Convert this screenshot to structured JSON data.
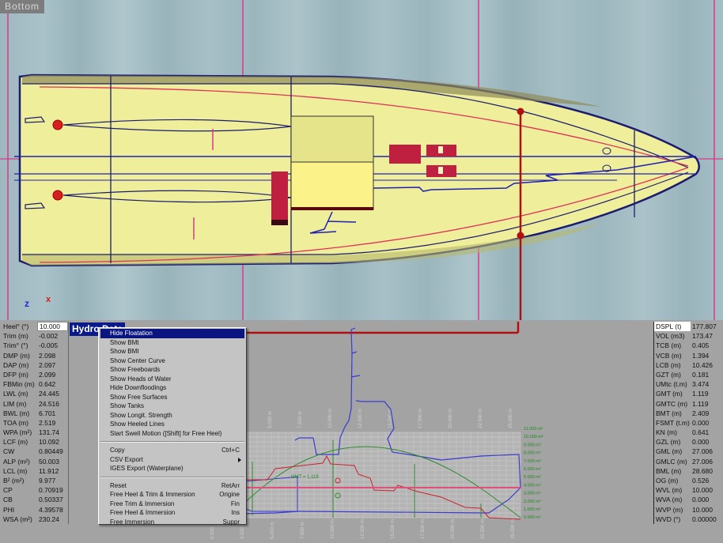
{
  "viewport": {
    "label": "Bottom",
    "axes": {
      "x": "x",
      "z": "z"
    }
  },
  "hydro_panel": {
    "title": "Hydro Data"
  },
  "left_table": [
    {
      "label": "Heel° (°)",
      "value": "10.000",
      "editable": true
    },
    {
      "label": "Trim (m)",
      "value": "-0.002"
    },
    {
      "label": "Trim° (°)",
      "value": "-0.005"
    },
    {
      "label": "DMP (m)",
      "value": "2.098"
    },
    {
      "label": "DAP (m)",
      "value": "2.097"
    },
    {
      "label": "DFP (m)",
      "value": "2.099"
    },
    {
      "label": "FBMin (m)",
      "value": "0.642"
    },
    {
      "label": "LWL (m)",
      "value": "24.445"
    },
    {
      "label": "LIM (m)",
      "value": "24.516"
    },
    {
      "label": "BWL (m)",
      "value": "6.701"
    },
    {
      "label": "TOA (m)",
      "value": "2.519"
    },
    {
      "label": "WPA (m²)",
      "value": "131.74"
    },
    {
      "label": "LCF (m)",
      "value": "10.092"
    },
    {
      "label": "CW",
      "value": "0.80449"
    },
    {
      "label": "ALP (m²)",
      "value": "50.003"
    },
    {
      "label": "LCL (m)",
      "value": "11.912"
    },
    {
      "label": "B² (m²)",
      "value": "9.977"
    },
    {
      "label": "CP",
      "value": "0.70919"
    },
    {
      "label": "CB",
      "value": "0.50337"
    },
    {
      "label": "PHI",
      "value": "4.39578"
    },
    {
      "label": "WSA (m²)",
      "value": "230.24"
    }
  ],
  "right_table": [
    {
      "label": "DSPL (t)",
      "value": "177.807",
      "selected": true
    },
    {
      "label": "VOL (m3)",
      "value": "173.47"
    },
    {
      "label": "TCB (m)",
      "value": "0.405"
    },
    {
      "label": "VCB (m)",
      "value": "1.394"
    },
    {
      "label": "LCB (m)",
      "value": "10.426"
    },
    {
      "label": "GZT (m)",
      "value": "0.181"
    },
    {
      "label": "UMtc (t.m)",
      "value": "3.474"
    },
    {
      "label": "GMT (m)",
      "value": "1.119"
    },
    {
      "label": "GMTC (m)",
      "value": "1.119"
    },
    {
      "label": "BMT (m)",
      "value": "2.409"
    },
    {
      "label": "FSMT (t.m)",
      "value": "0.000"
    },
    {
      "label": "KN (m)",
      "value": "0.641"
    },
    {
      "label": "GZL (m)",
      "value": "0.000"
    },
    {
      "label": "GML (m)",
      "value": "27.006"
    },
    {
      "label": "GMLC (m)",
      "value": "27.006"
    },
    {
      "label": "BML (m)",
      "value": "28.680"
    },
    {
      "label": "OG (m)",
      "value": "0.526"
    },
    {
      "label": "WVL (m)",
      "value": "10.000"
    },
    {
      "label": "WVA (m)",
      "value": "0.000"
    },
    {
      "label": "WVP (m)",
      "value": "10.000"
    },
    {
      "label": "WVD (°)",
      "value": "0.00000"
    }
  ],
  "context_menu": {
    "group1": [
      {
        "label": "Hide Floatation",
        "highlighted": true
      },
      {
        "label": "Show BMt"
      },
      {
        "label": "Show BMI"
      },
      {
        "label": "Show Center Curve"
      },
      {
        "label": "Show Freeboards"
      },
      {
        "label": "Show  Heads of Water"
      },
      {
        "label": "Hide Downfloodings"
      },
      {
        "label": "Show Free Surfaces"
      },
      {
        "label": "Show Tanks"
      },
      {
        "label": "Show Longit. Strength"
      },
      {
        "label": "Show Heeled Lines"
      },
      {
        "label": "Start Swell Motion ([Shift] for Free Heel)"
      }
    ],
    "group2": [
      {
        "label": "Copy",
        "shortcut": "Ctrl+C"
      },
      {
        "label": "CSV Export",
        "submenu": true
      },
      {
        "label": "IGES Export (Waterplane)"
      }
    ],
    "group3": [
      {
        "label": "Reset",
        "shortcut": "RetArr"
      },
      {
        "label": "Free Heel & Trim & Immersion",
        "shortcut": "Origine"
      },
      {
        "label": "Free Trim & Immersion",
        "shortcut": "Fin"
      },
      {
        "label": "Free Heel & Immersion",
        "shortcut": "Ins"
      },
      {
        "label": "Free Immersion",
        "shortcut": "Suppr"
      }
    ]
  },
  "chart": {
    "gmt_label": "GMT = 1.119",
    "top_ticks": [
      "5.000 m",
      "7.500 m",
      "10.000 m",
      "12.500 m",
      "15.000 m",
      "17.500 m",
      "20.000 m",
      "22.500 m",
      "25.000 m"
    ],
    "bottom_ticks": [
      "0.000",
      "2.500",
      "5.000 m",
      "7.500 m",
      "10.000 m",
      "12.500 m",
      "15.000 m",
      "17.500 m",
      "20.000 m",
      "22.500 m",
      "25.000 m"
    ],
    "right_scale": [
      "11.000 m²",
      "10.000 m²",
      "9.000 m²",
      "8.000 m²",
      "7.000 m²",
      "6.000 m²",
      "5.000 m²",
      "4.000 m²",
      "3.000 m²",
      "2.000 m²",
      "1.000 m²",
      "0.000 m²"
    ],
    "colors": {
      "sectional_area": "#2e8b2e",
      "heeled": "#cc2030",
      "profile": "#3a3ad0",
      "waterline": "#e0507a"
    }
  }
}
